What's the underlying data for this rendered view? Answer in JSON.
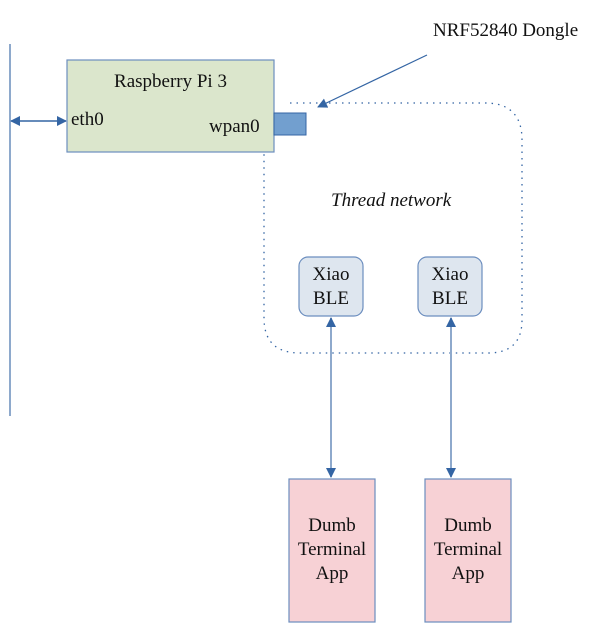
{
  "diagram": {
    "nodes": {
      "raspberry_pi": {
        "label": "Raspberry Pi 3",
        "port_left": "eth0",
        "port_right": "wpan0",
        "fill": "#dbe6cc",
        "stroke": "#6c8ebf"
      },
      "dongle": {
        "label": "NRF52840 Dongle",
        "fill": "#729fcf",
        "stroke": "#3465a4"
      },
      "thread_network": {
        "label": "Thread network"
      },
      "xiao_1": {
        "line1": "Xiao",
        "line2": "BLE",
        "fill": "#dee6ef",
        "stroke": "#6c8ebf"
      },
      "xiao_2": {
        "line1": "Xiao",
        "line2": "BLE",
        "fill": "#dee6ef",
        "stroke": "#6c8ebf"
      },
      "terminal_1": {
        "line1": "Dumb",
        "line2": "Terminal",
        "line3": "App",
        "fill": "#f7d1d5",
        "stroke": "#6c8ebf"
      },
      "terminal_2": {
        "line1": "Dumb",
        "line2": "Terminal",
        "line3": "App",
        "fill": "#f7d1d5",
        "stroke": "#6c8ebf"
      }
    },
    "edges": [
      {
        "from": "lan-bus",
        "to": "raspberry_pi.eth0",
        "type": "bidirectional"
      },
      {
        "from": "dongle-label",
        "to": "dongle",
        "type": "pointer"
      },
      {
        "from": "xiao_1",
        "to": "terminal_1",
        "type": "bidirectional"
      },
      {
        "from": "xiao_2",
        "to": "terminal_2",
        "type": "bidirectional"
      }
    ],
    "colors": {
      "line": "#8ea9cc",
      "arrow": "#3465a4",
      "dotted": "#3465a4"
    }
  }
}
